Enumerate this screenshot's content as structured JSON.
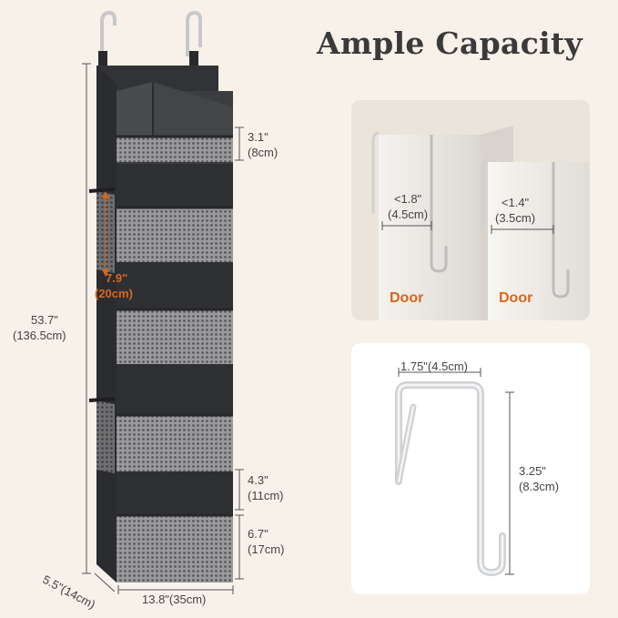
{
  "title": "Ample Capacity",
  "product": {
    "dimensions": {
      "total_height": [
        "53.7\"",
        "(136.5cm)"
      ],
      "top_pocket": [
        "3.1\"",
        "(8cm)"
      ],
      "pocket_depth": [
        "7.9\"",
        "(20cm)"
      ],
      "shelf_gap": [
        "4.3\"",
        "(11cm)"
      ],
      "bottom_pocket": [
        "6.7\"",
        "(17cm)"
      ],
      "depth": "5.5\"(14cm)",
      "width": "13.8\"(35cm)"
    }
  },
  "door_panel": {
    "door_a": {
      "thickness": [
        "<1.8\"",
        "(4.5cm)"
      ],
      "label": "Door"
    },
    "door_b": {
      "thickness": [
        "<1.4\"",
        "(3.5cm)"
      ],
      "label": "Door"
    }
  },
  "hook_panel": {
    "width": "1.75\"(4.5cm)",
    "height": [
      "3.25\"",
      "(8.3cm)"
    ]
  },
  "colors": {
    "background": "#f7f1ea",
    "fabric": "#3c3d40",
    "mesh": "#8d8d8f",
    "accent": "#d9661c"
  }
}
